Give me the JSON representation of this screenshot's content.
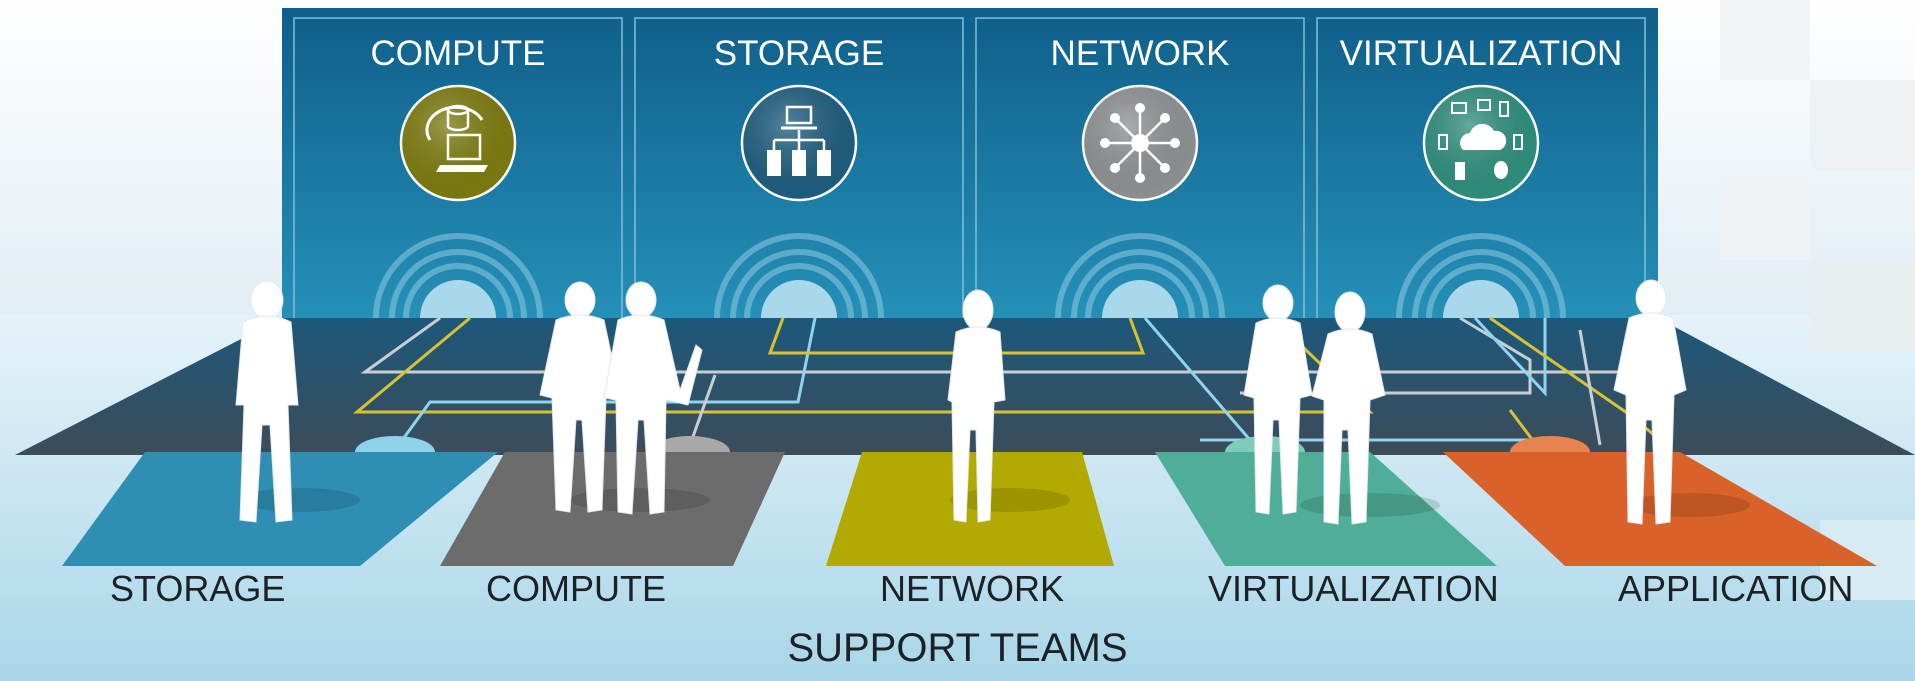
{
  "panels": [
    {
      "title": "COMPUTE",
      "icon": "server-refresh-icon",
      "color": "#7c7a0e"
    },
    {
      "title": "STORAGE",
      "icon": "storage-network-icon",
      "color": "#1e5d7e"
    },
    {
      "title": "NETWORK",
      "icon": "network-hub-icon",
      "color": "#8d9194"
    },
    {
      "title": "VIRTUALIZATION",
      "icon": "cloud-devices-icon",
      "color": "#2e8e7c"
    }
  ],
  "teams": [
    {
      "label": "STORAGE",
      "color": "#2e8eb4"
    },
    {
      "label": "COMPUTE",
      "color": "#6c6c6c"
    },
    {
      "label": "NETWORK",
      "color": "#b2aa00"
    },
    {
      "label": "VIRTUALIZATION",
      "color": "#4fae97"
    },
    {
      "label": "APPLICATION",
      "color": "#d9622a"
    }
  ],
  "footer": "SUPPORT TEAMS",
  "colors": {
    "panel": "#1a6d97",
    "floor": "#2c4e68",
    "line_gray": "#c9ced3",
    "line_yellow": "#d7c233",
    "line_blue": "#8fd4ee"
  }
}
